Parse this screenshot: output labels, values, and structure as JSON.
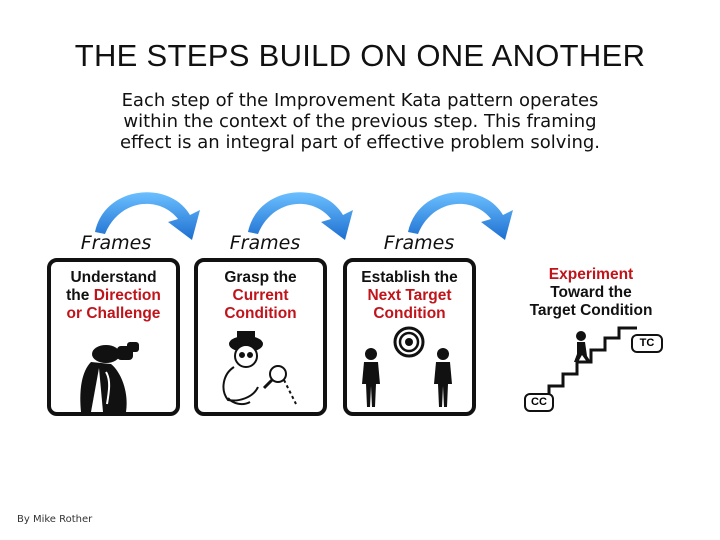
{
  "title": "THE STEPS BUILD ON ONE ANOTHER",
  "subtitle_lines": [
    "Each step of the Improvement Kata pattern operates",
    "within the context of the previous step. This framing",
    "effect is an integral part of effective problem solving."
  ],
  "frames_label": "Frames",
  "steps": [
    {
      "text": [
        "Understand",
        "the ",
        "Direction",
        "or Challenge"
      ]
    },
    {
      "text": [
        "Grasp the",
        "Current",
        "Condition"
      ]
    },
    {
      "text": [
        "Establish the",
        "Next Target",
        "Condition"
      ]
    },
    {
      "text": [
        "Experiment",
        "Toward the",
        "Target Condition"
      ]
    }
  ],
  "tags": {
    "tc": "TC",
    "cc": "CC"
  },
  "credit": "By Mike Rother",
  "colors": {
    "accent_red": "#c0141b",
    "arrow_blue": "#2f8fe6"
  }
}
